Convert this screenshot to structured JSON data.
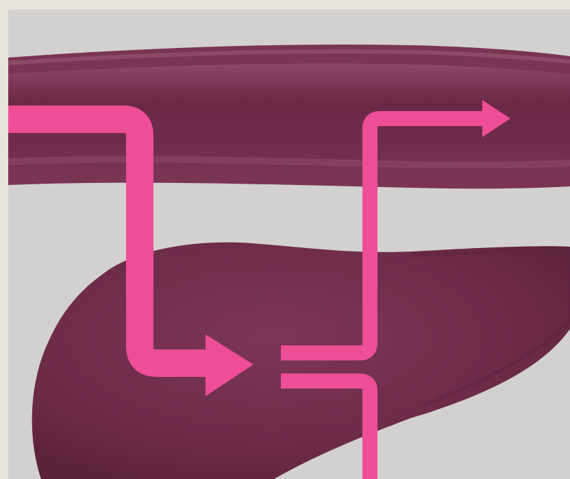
{
  "diagram": {
    "type": "anatomical-flow-illustration",
    "organs": [
      {
        "name": "intestine",
        "shape": "horizontal-tube"
      },
      {
        "name": "liver",
        "shape": "lobed-organ"
      }
    ],
    "flows": [
      {
        "name": "absorption-path",
        "direction": "tube-to-liver"
      },
      {
        "name": "return-path",
        "direction": "liver-to-tube"
      },
      {
        "name": "output-path",
        "direction": "downward"
      }
    ],
    "colors": {
      "background": "#d4d2d1",
      "frame": "#e9e5dc",
      "organ_dark": "#6a2a46",
      "organ_mid": "#7d3656",
      "organ_light": "#8e4868",
      "arrow": "#ee4e96"
    }
  }
}
